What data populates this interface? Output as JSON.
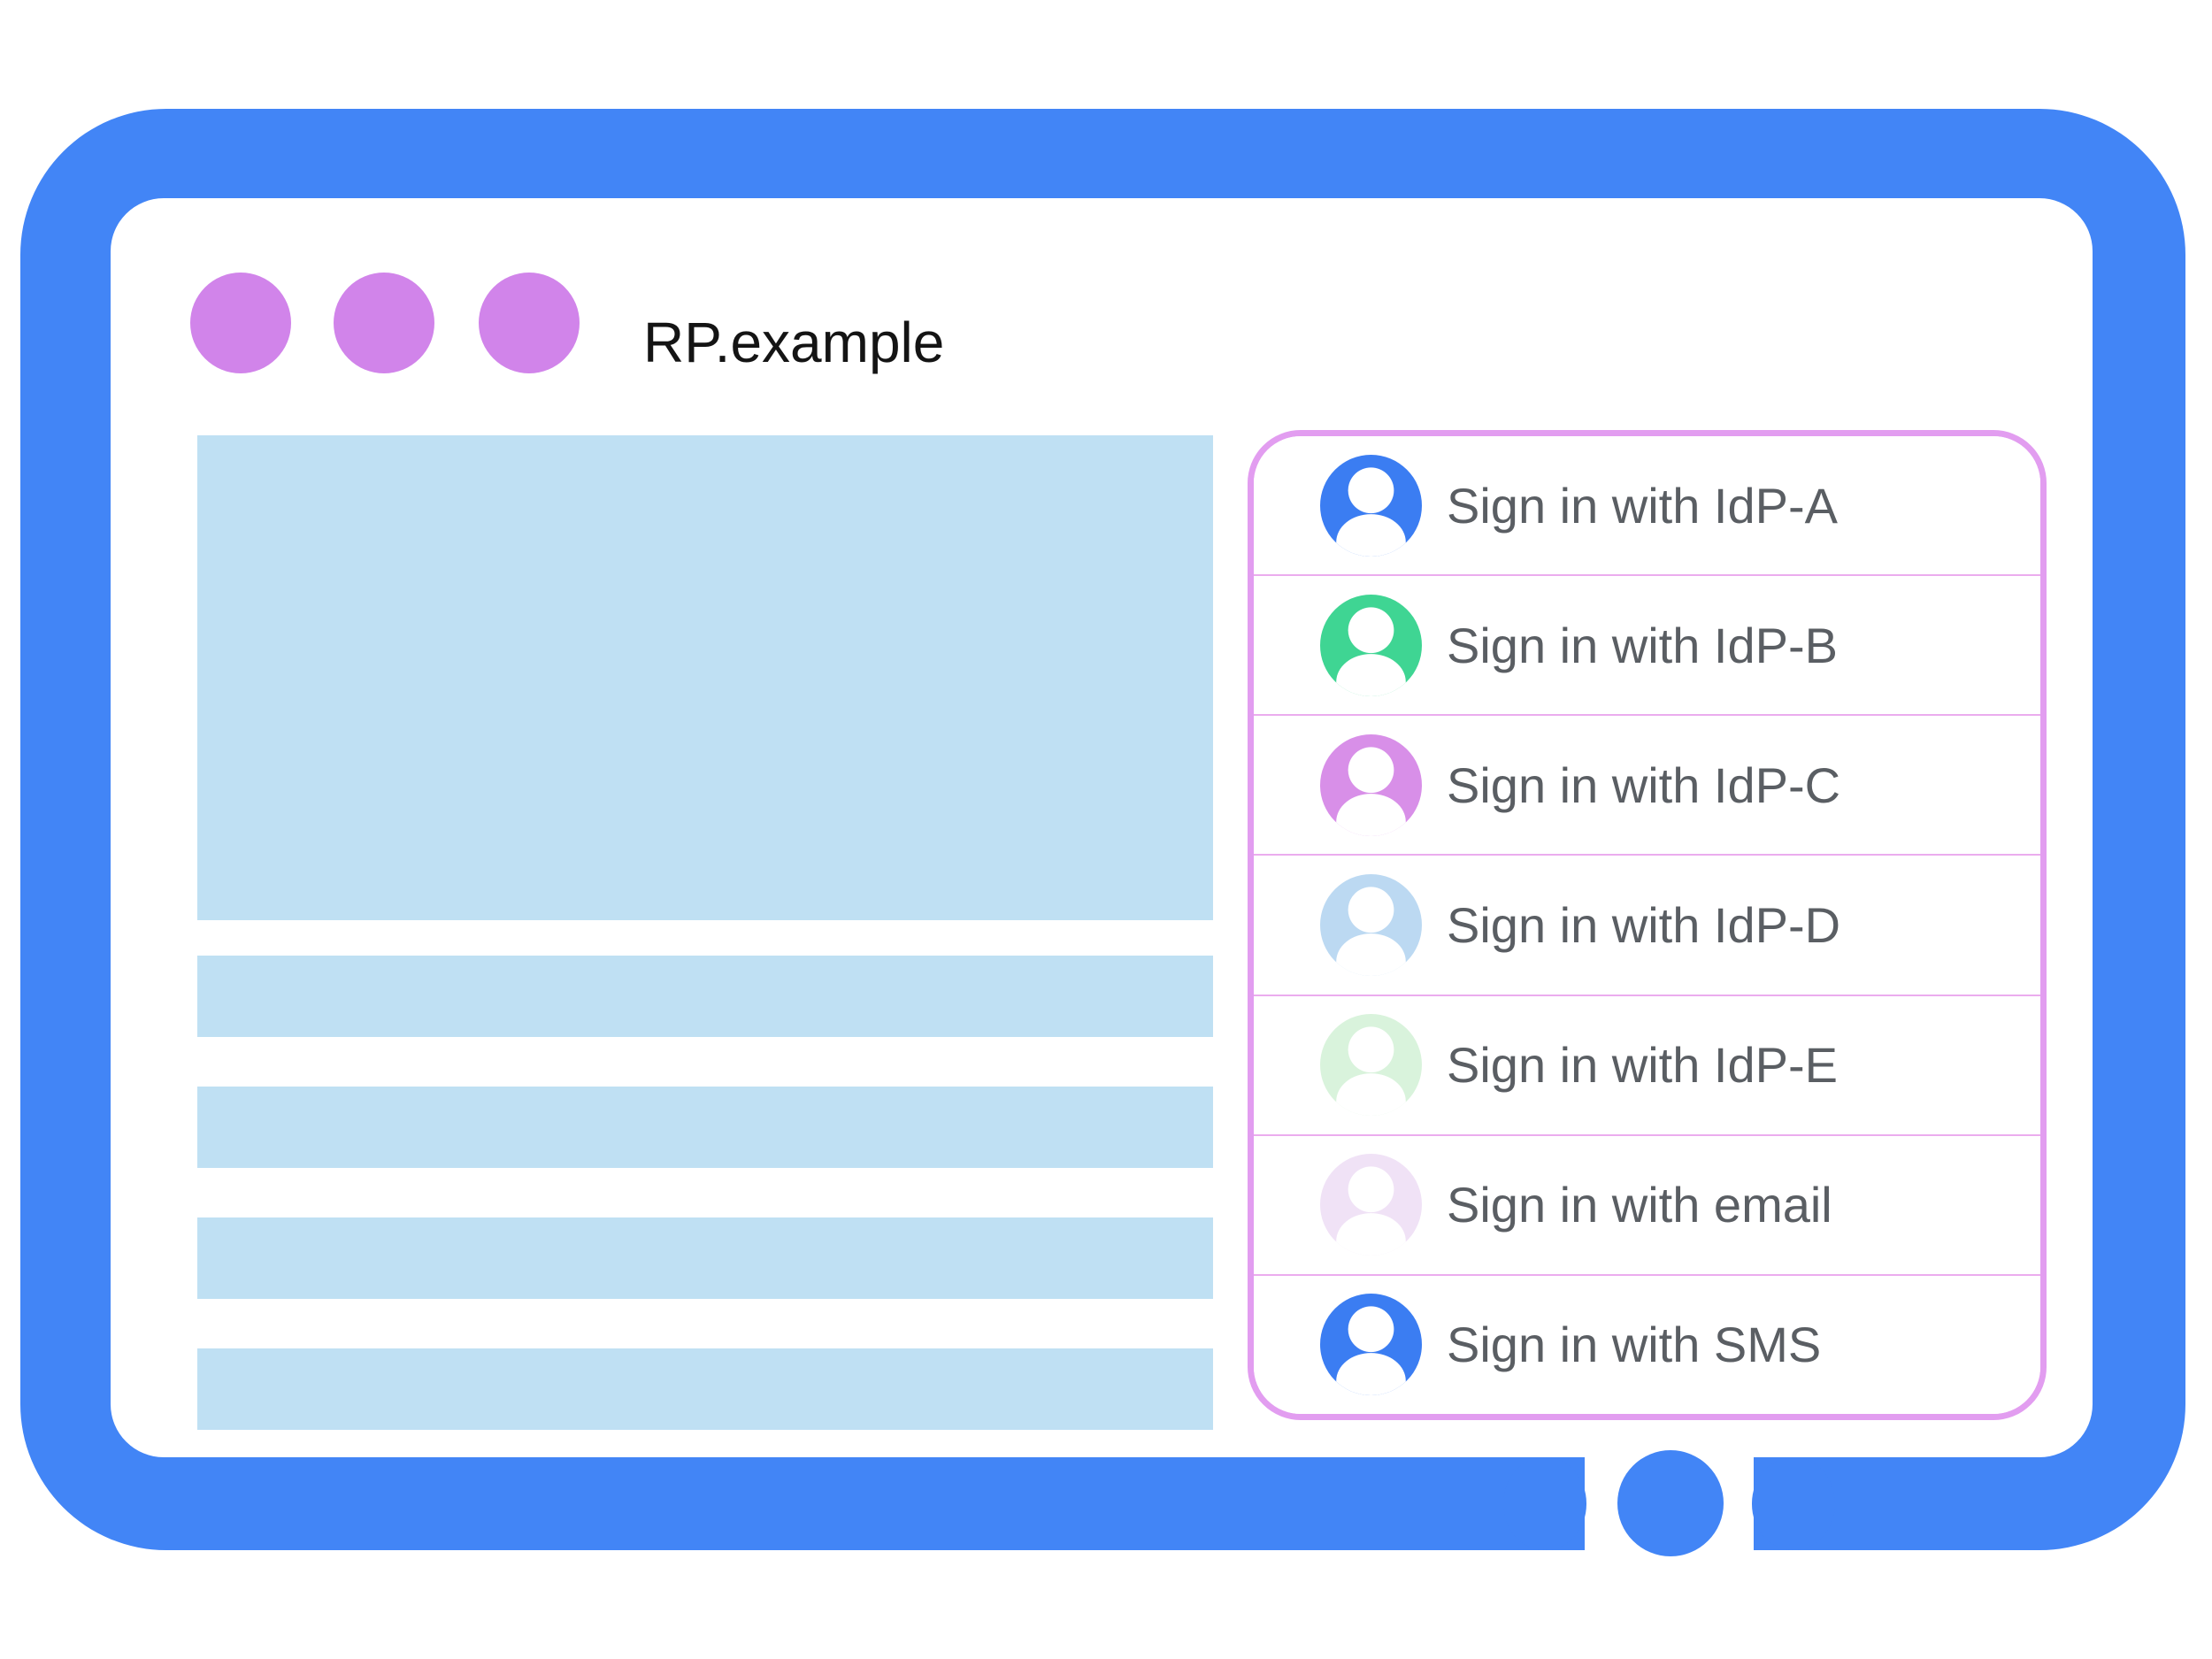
{
  "illustration": {
    "browser_window": {
      "title": "RP.example",
      "window_dots_count": 3
    },
    "content_placeholders": {
      "hero_block": "placeholder-content-block",
      "text_line_count": 4
    },
    "sign_in_panel": {
      "items": [
        {
          "label": "Sign in with IdP-A",
          "icon": "person-avatar-icon",
          "avatar_color": "#3B7DF2"
        },
        {
          "label": "Sign in with IdP-B",
          "icon": "person-avatar-icon",
          "avatar_color": "#3FD593"
        },
        {
          "label": "Sign in with IdP-C",
          "icon": "person-avatar-icon",
          "avatar_color": "#D88FE8"
        },
        {
          "label": "Sign in with IdP-D",
          "icon": "person-avatar-icon",
          "avatar_color": "#BCD9F2"
        },
        {
          "label": "Sign in with IdP-E",
          "icon": "person-avatar-icon",
          "avatar_color": "#D9F3DC"
        },
        {
          "label": "Sign in with email",
          "icon": "person-avatar-icon",
          "avatar_color": "#F0E2F6"
        },
        {
          "label": "Sign in with SMS",
          "icon": "person-avatar-icon",
          "avatar_color": "#3B7DF2"
        }
      ]
    },
    "colors": {
      "frame_blue": "#4285F6",
      "window_dot_purple": "#D184EA",
      "placeholder_blue": "#BFE0F3",
      "panel_border_purple": "#E29DF0",
      "divider_pink": "#EBACEE",
      "label_gray": "#5A5E63",
      "title_black": "#141414"
    }
  }
}
